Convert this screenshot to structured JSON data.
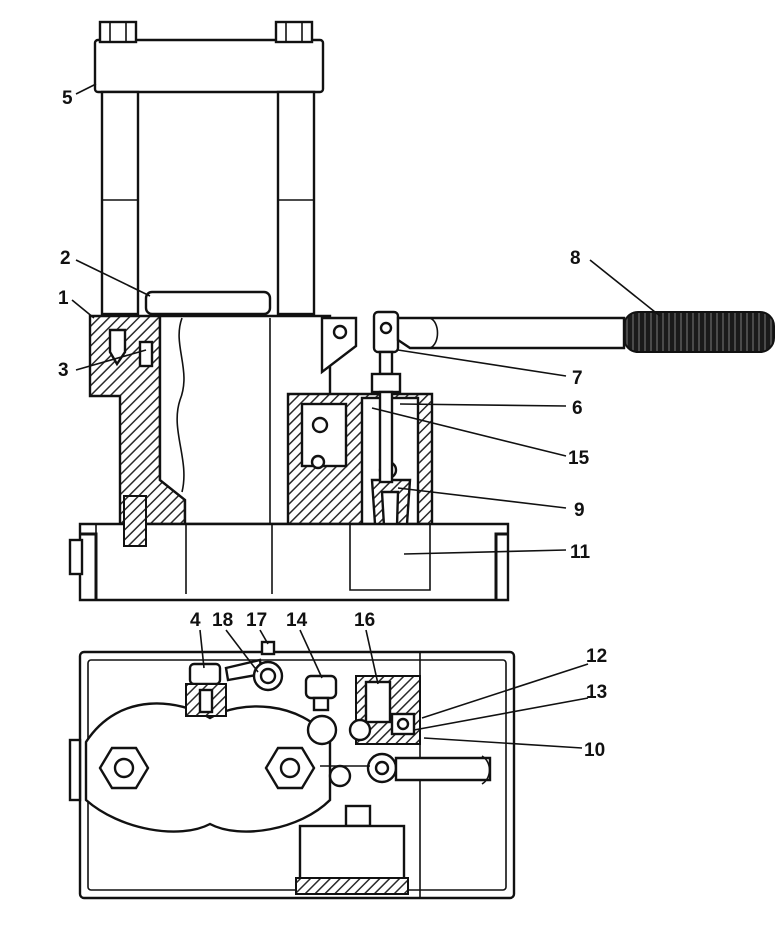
{
  "colors": {
    "ink": "#111111",
    "paper": "#ffffff",
    "hatch": "#2a2a2a"
  },
  "labels": {
    "n1": "1",
    "n2": "2",
    "n3": "3",
    "n4": "4",
    "n5": "5",
    "n6": "6",
    "n7": "7",
    "n8": "8",
    "n9": "9",
    "n10": "10",
    "n11": "11",
    "n12": "12",
    "n13": "13",
    "n14": "14",
    "n15": "15",
    "n16": "16",
    "n17": "17",
    "n18": "18"
  }
}
